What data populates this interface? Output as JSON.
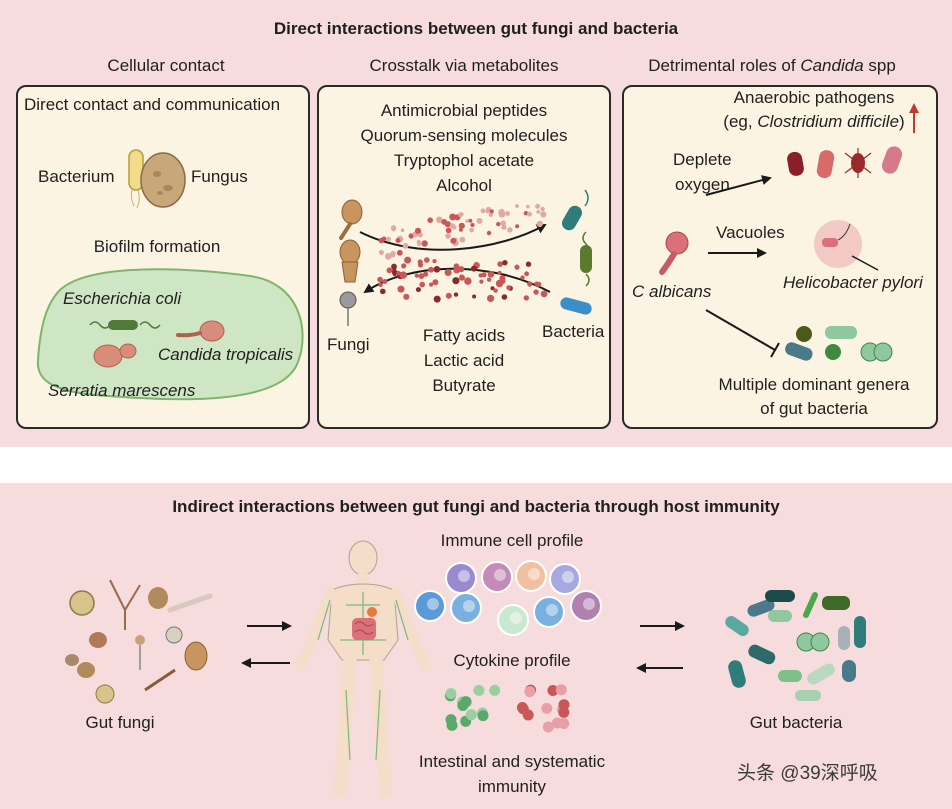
{
  "top_section": {
    "title": "Direct interactions between gut fungi and bacteria",
    "panel1": {
      "heading": "Cellular contact",
      "subheading": "Direct contact and communication",
      "bacterium": "Bacterium",
      "fungus": "Fungus",
      "biofilm": "Biofilm formation",
      "ecoli": "Escherichia coli",
      "ctropicalis": "Candida tropicalis",
      "serratia": "Serratia marescens"
    },
    "panel2": {
      "heading": "Crosstalk via metabolites",
      "metabolites_top": [
        "Antimicrobial peptides",
        "Quorum-sensing molecules",
        "Tryptophol acetate",
        "Alcohol"
      ],
      "metabolites_bottom": [
        "Fatty acids",
        "Lactic acid",
        "Butyrate"
      ],
      "fungi": "Fungi",
      "bacteria": "Bacteria"
    },
    "panel3": {
      "heading_prefix": "Detrimental roles of ",
      "heading_italic": "Candida",
      "heading_suffix": " spp",
      "anaerobic": "Anaerobic pathogens",
      "eg_prefix": "(eg, ",
      "eg_italic": "Clostridium difficile",
      "eg_suffix": ")",
      "deplete1": "Deplete",
      "deplete2": "oxygen",
      "vacuoles": "Vacuoles",
      "calbicans": "C albicans",
      "hpylori": "Helicobacter pylori",
      "multiple1": "Multiple dominant genera",
      "multiple2": "of gut bacteria"
    }
  },
  "bottom_section": {
    "title": "Indirect interactions between gut fungi and bacteria through host immunity",
    "immune_cell": "Immune cell profile",
    "cytokine": "Cytokine profile",
    "intestinal1": "Intestinal and systematic",
    "intestinal2": "immunity",
    "gut_fungi": "Gut fungi",
    "gut_bacteria": "Gut bacteria"
  },
  "watermark": "头条 @39深呼吸",
  "colors": {
    "band": "#f6dcdc",
    "panel": "#fbf4e3",
    "biofilm": "#cfe6c4",
    "dots": "#c95757",
    "increase_arrow": "#c0392b"
  }
}
